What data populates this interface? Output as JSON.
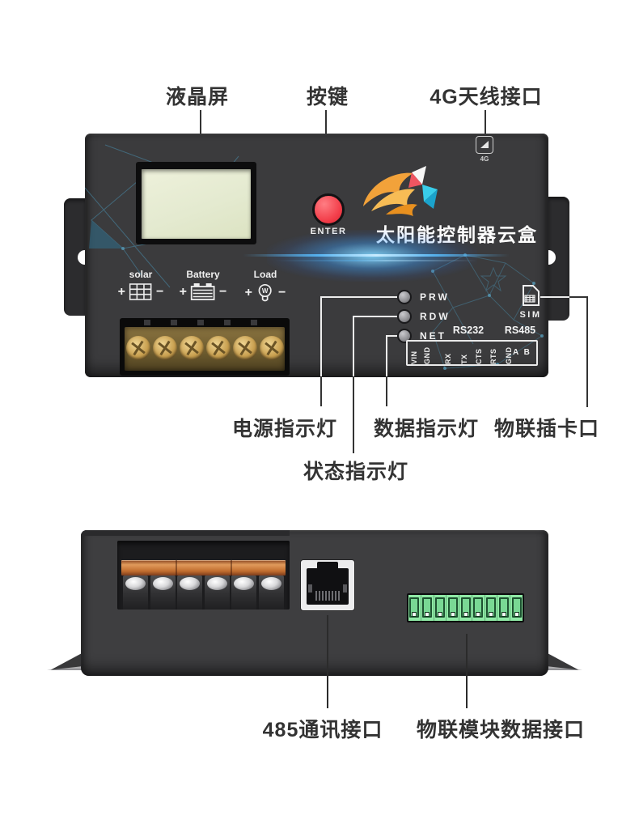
{
  "labels": {
    "lcd": "液晶屏",
    "button": "按键",
    "antenna": "4G天线接口",
    "power_led": "电源指示灯",
    "status_led": "状态指示灯",
    "data_led": "数据指示灯",
    "sim_slot": "物联插卡口",
    "rs485_port": "485通讯接口",
    "iot_data_port": "物联模块数据接口"
  },
  "device": {
    "title": "太阳能控制器云盒",
    "enter": "ENTER",
    "badge_4g": "4G",
    "sim": "SIM",
    "leds": [
      "PRW",
      "RDW",
      "NET"
    ],
    "rs232": "RS232",
    "rs485": "RS485",
    "terminals": [
      "VIN",
      "GND",
      "RX",
      "TX",
      "CTS",
      "RTS",
      "GND"
    ],
    "ab": "A B",
    "groups": [
      {
        "label": "solar"
      },
      {
        "label": "Battery"
      },
      {
        "label": "Load"
      }
    ],
    "plus": "+",
    "minus": "−",
    "load_w": "W"
  },
  "icons": {
    "antenna": "signal-bars-icon",
    "sim": "sim-card-icon",
    "solar": "solar-panel-icon",
    "battery": "battery-icon",
    "load": "bulb-icon",
    "logo": "phoenix-logo"
  },
  "colors": {
    "body": "#3b3b3d",
    "accent_teal": "#4a8fae",
    "flare_blue": "#35c4ff",
    "enter_red": "#f23c48",
    "lcd_screen": "#e4ead0",
    "copper": "#c06c2e",
    "connector_green": "#8fe9a5",
    "brass": "#c9a050",
    "annotation_text": "#333333"
  }
}
